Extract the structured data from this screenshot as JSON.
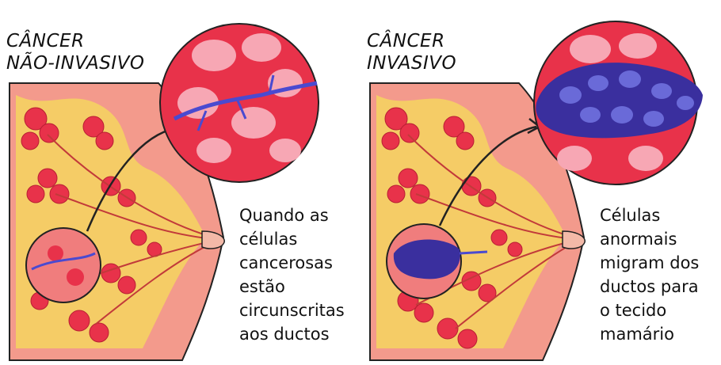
{
  "colors": {
    "tissue_pink": "#f39a8c",
    "fat_yellow": "#f6dc5a",
    "lobule_red": "#e8324a",
    "lobule_light": "#f7a7b4",
    "duct_blue": "#4a4ad0",
    "tumor_purple": "#3a2f9e",
    "outline": "#222222"
  },
  "panels": [
    {
      "title_lines": [
        "CÂNCER",
        "NÃO-INVASIVO"
      ],
      "caption_lines": [
        "Quando as",
        "células",
        "cancerosas",
        "estão",
        "circunscritas",
        "aos ductos"
      ]
    },
    {
      "title_lines": [
        "CÂNCER",
        "INVASIVO"
      ],
      "caption_lines": [
        "Células",
        "anormais",
        "migram dos",
        "ductos para",
        "o tecido",
        "mamário"
      ]
    }
  ]
}
